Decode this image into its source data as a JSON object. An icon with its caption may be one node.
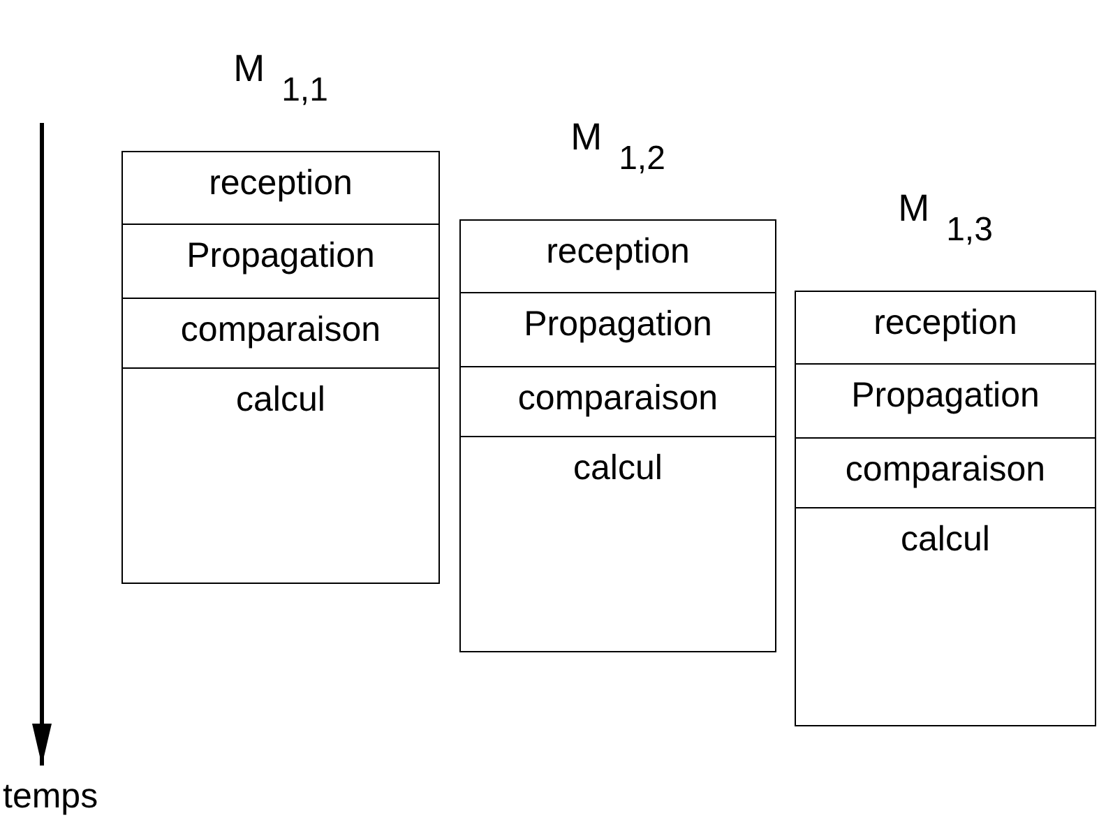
{
  "diagram": {
    "nodes": [
      {
        "text": [
          "M$_{1,1}$"
        ]
      },
      {
        "text": [
          "reception"
        ],
        "in": 0
      },
      {
        "text": [
          "Propagation"
        ],
        "in": 0
      },
      {
        "text": [
          "comparaison"
        ],
        "in": 0
      },
      {
        "text": [
          "calcul"
        ],
        "in": 0
      },
      {
        "text": [
          "M$_{1,2}$"
        ]
      },
      {
        "text": [
          "reception"
        ],
        "in": 5
      },
      {
        "text": [
          "Propagation"
        ],
        "in": 5
      },
      {
        "text": [
          "comparaison"
        ],
        "in": 5
      },
      {
        "text": [
          "calcul"
        ],
        "in": 5
      },
      {
        "text": [
          "M$_{1,3}$"
        ]
      },
      {
        "text": [
          "reception"
        ],
        "in": 10
      },
      {
        "text": [
          "Propagation"
        ],
        "in": 10
      },
      {
        "text": [
          "comparaison"
        ],
        "in": 10
      },
      {
        "text": [
          "calcul"
        ],
        "in": 10
      }
    ],
    "labels": [
      "temps"
    ]
  }
}
